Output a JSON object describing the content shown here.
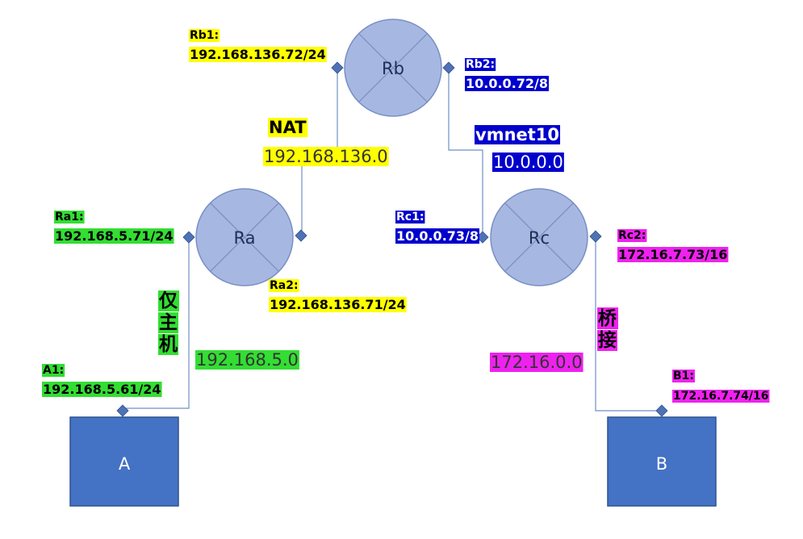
{
  "colors": {
    "router_fill": "#a6b8e1",
    "router_stroke": "#7a8fc4",
    "host_fill": "#4472c4",
    "host_stroke": "#2f528f",
    "link": "#6f8fc7",
    "port": "#4f72b5",
    "yellow": "#ffff00",
    "green": "#33dd33",
    "blue": "#0000cc",
    "magenta": "#ee22ee"
  },
  "routers": {
    "rb": "Rb",
    "ra": "Ra",
    "rc": "Rc"
  },
  "hosts": {
    "a": "A",
    "b": "B"
  },
  "interfaces": {
    "rb1": {
      "name": "Rb1:",
      "ip": "192.168.136.72/24"
    },
    "rb2": {
      "name": "Rb2:",
      "ip": "10.0.0.72/8"
    },
    "ra1": {
      "name": "Ra1:",
      "ip": "192.168.5.71/24"
    },
    "ra2": {
      "name": "Ra2:",
      "ip": "192.168.136.71/24"
    },
    "rc1": {
      "name": "Rc1:",
      "ip": "10.0.0.73/8"
    },
    "rc2": {
      "name": "Rc2:",
      "ip": "172.16.7.73/16"
    },
    "a1": {
      "name": "A1:",
      "ip": "192.168.5.61/24"
    },
    "b1": {
      "name": "B1:",
      "ip": "172.16.7.74/16"
    }
  },
  "networks": {
    "nat": {
      "mode": "NAT",
      "subnet": "192.168.136.0"
    },
    "vmnet10": {
      "mode": "vmnet10",
      "subnet": "10.0.0.0"
    },
    "hostonly": {
      "mode_chars": [
        "仅",
        "主",
        "机"
      ],
      "subnet": "192.168.5.0"
    },
    "bridge": {
      "mode_chars": [
        "桥",
        "接"
      ],
      "subnet": "172.16.0.0"
    }
  }
}
